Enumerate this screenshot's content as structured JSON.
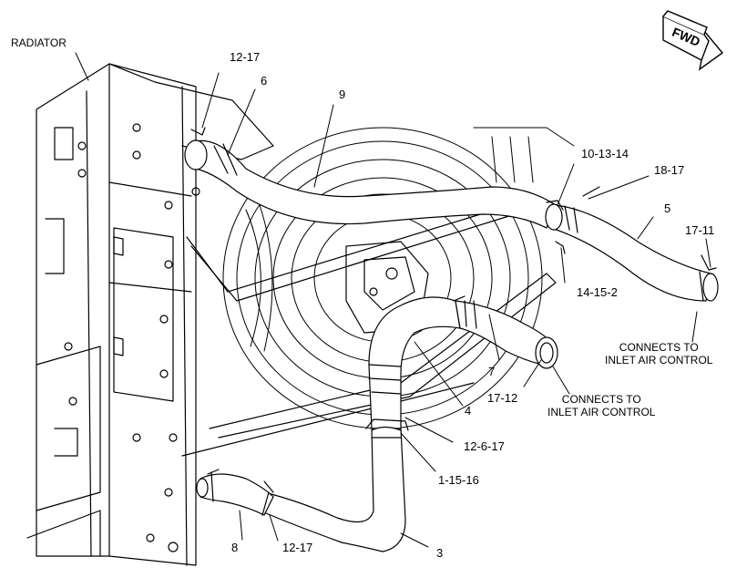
{
  "title": "RADIATOR",
  "fwd": "FWD",
  "callouts": {
    "c12_17_top": "12-17",
    "c6": "6",
    "c9": "9",
    "c10_13_14": "10-13-14",
    "c18_17": "18-17",
    "c5": "5",
    "c17_11": "17-11",
    "c14_15_2": "14-15-2",
    "c7": "7",
    "c17_12": "17-12",
    "c4": "4",
    "c12_6_17": "12-6-17",
    "c1_15_16": "1-15-16",
    "c8": "8",
    "c12_17_bottom": "12-17",
    "c3": "3"
  },
  "notes": {
    "upper_line1": "CONNECTS TO",
    "upper_line2": "INLET AIR CONTROL",
    "lower_line1": "CONNECTS TO",
    "lower_line2": "INLET AIR CONTROL"
  }
}
